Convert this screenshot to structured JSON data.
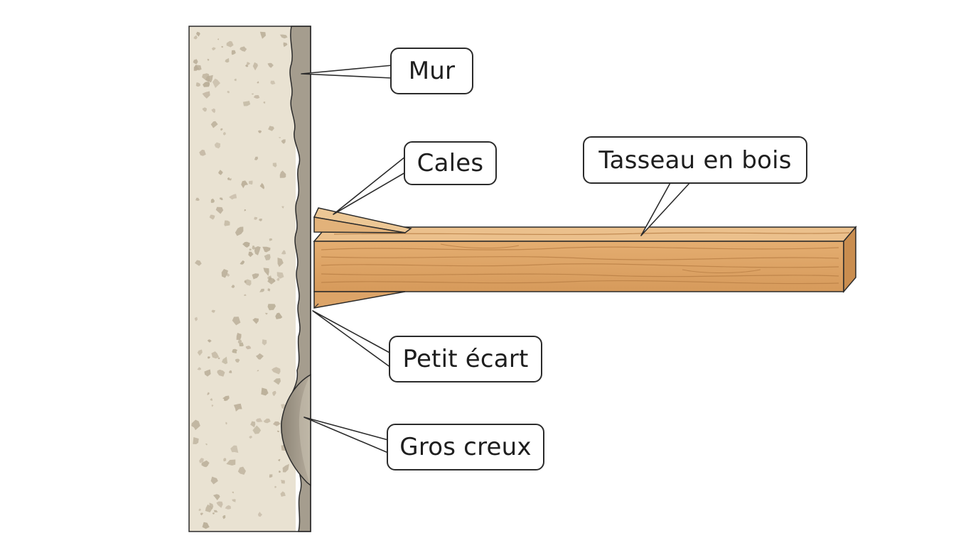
{
  "labels": {
    "wall": "Mur",
    "shims": "Cales",
    "batten": "Tasseau en bois",
    "small_gap": "Petit écart",
    "large_hollow": "Gros creux"
  },
  "colors": {
    "wall_fill": "#e9e2d2",
    "wall_speckle": "#b9ad97",
    "plaster": "#a59d8e",
    "wood_front": "#dca468",
    "wood_top": "#ebc08c",
    "wood_end": "#c98d4f",
    "wood_grain": "#b97f45",
    "outline": "#2b2b2b"
  }
}
